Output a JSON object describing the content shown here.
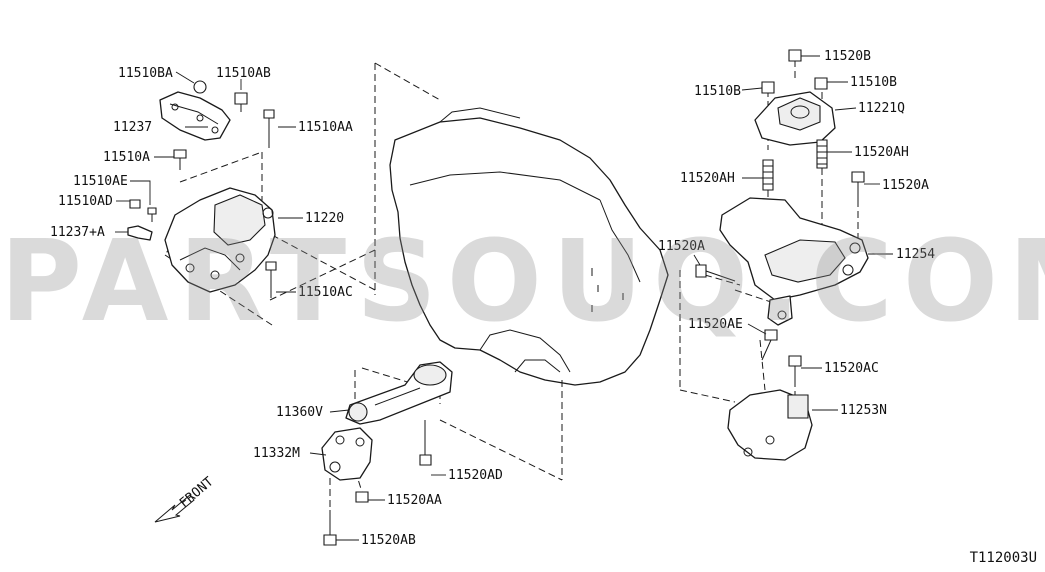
{
  "watermark": "PARTSOUQ.COM",
  "diagram_code": "T112003U",
  "front_label": "FRONT",
  "parts": [
    {
      "id": "11510BA",
      "label": "11510BA"
    },
    {
      "id": "11510AB",
      "label": "11510AB"
    },
    {
      "id": "11237",
      "label": "11237"
    },
    {
      "id": "11510AA",
      "label": "11510AA"
    },
    {
      "id": "11510A",
      "label": "11510A"
    },
    {
      "id": "11510AE",
      "label": "11510AE"
    },
    {
      "id": "11510AD",
      "label": "11510AD"
    },
    {
      "id": "11237A",
      "label": "11237+A"
    },
    {
      "id": "11220",
      "label": "11220"
    },
    {
      "id": "11510AC",
      "label": "11510AC"
    },
    {
      "id": "11360V",
      "label": "11360V"
    },
    {
      "id": "11332M",
      "label": "11332M"
    },
    {
      "id": "11520AD",
      "label": "11520AD"
    },
    {
      "id": "11520AA",
      "label": "11520AA"
    },
    {
      "id": "11520AB",
      "label": "11520AB"
    },
    {
      "id": "11520B",
      "label": "11520B"
    },
    {
      "id": "11510B",
      "label": "11510B"
    },
    {
      "id": "11510B2",
      "label": "11510B"
    },
    {
      "id": "11221Q",
      "label": "11221Q"
    },
    {
      "id": "11520AH",
      "label": "11520AH"
    },
    {
      "id": "11520AH2",
      "label": "11520AH"
    },
    {
      "id": "11520A",
      "label": "11520A"
    },
    {
      "id": "11520A2",
      "label": "11520A"
    },
    {
      "id": "11254",
      "label": "11254"
    },
    {
      "id": "11520AE",
      "label": "11520AE"
    },
    {
      "id": "11520AC",
      "label": "11520AC"
    },
    {
      "id": "11253N",
      "label": "11253N"
    }
  ]
}
